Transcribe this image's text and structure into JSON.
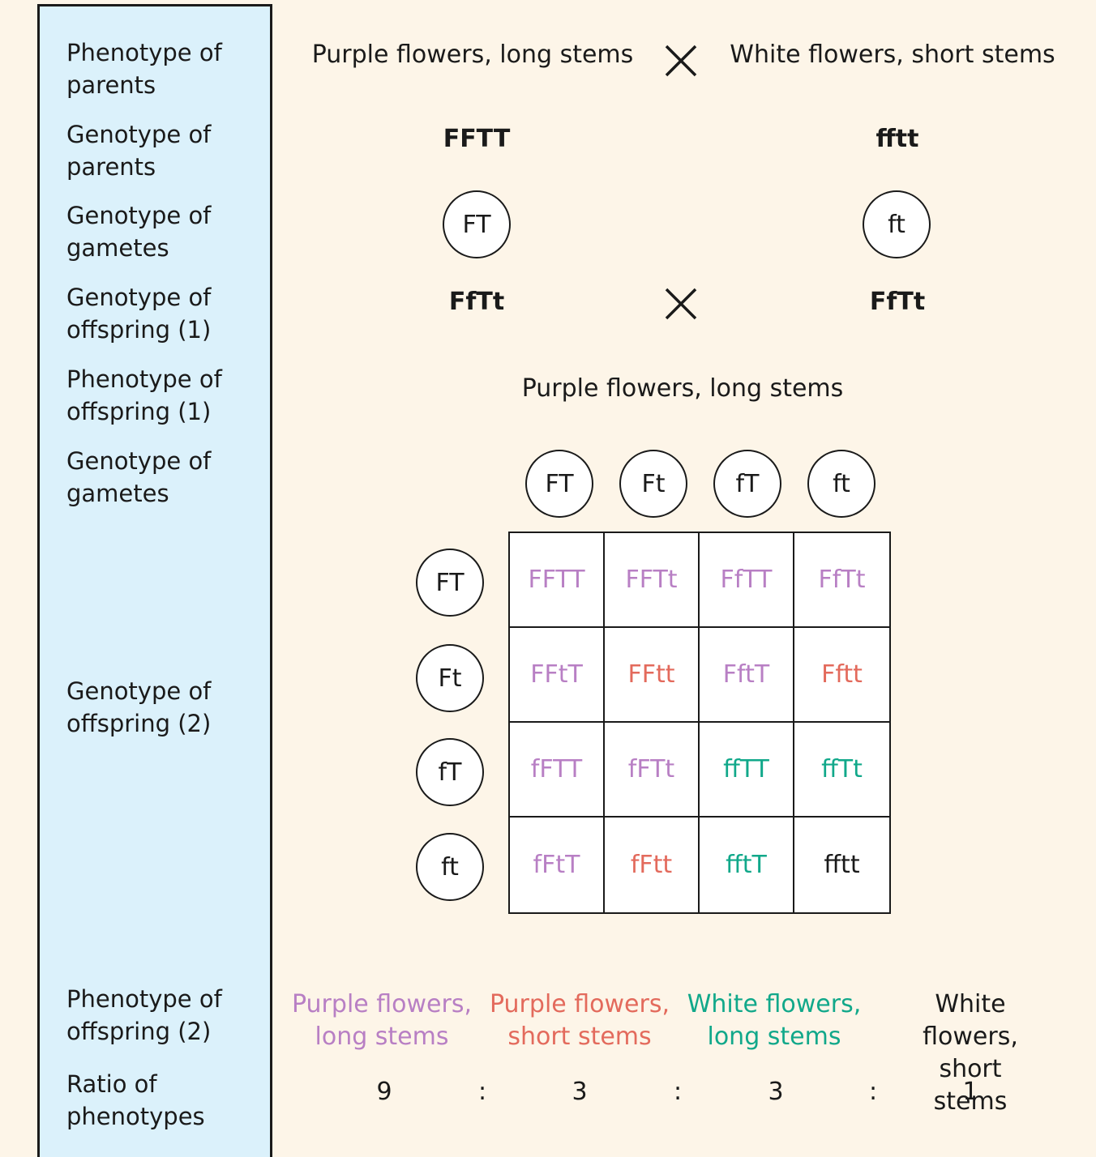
{
  "colors": {
    "purple_long": "#b87fc4",
    "purple_short": "#e36a5c",
    "white_long": "#11a88a",
    "white_short": "#1a1a1a",
    "sidebar_bg": "#dbf1fb",
    "page_bg": "#fdf5e8"
  },
  "sidebar": {
    "labels": [
      "Phenotype of\nparents",
      "Genotype of\nparents",
      "Genotype of\ngametes",
      "Genotype of\noffspring (1)",
      "Phenotype of\noffspring (1)",
      "Genotype of\ngametes",
      "Genotype of\noffspring (2)",
      "Phenotype of\noffspring (2)",
      "Ratio of\nphenotypes"
    ]
  },
  "parents": {
    "left_phenotype": "Purple flowers, long stems",
    "right_phenotype": "White flowers, short stems",
    "cross_icon": "cross-icon",
    "left_genotype": "FFTT",
    "right_genotype": "fftt",
    "left_gamete": "FT",
    "right_gamete": "ft"
  },
  "offspring1": {
    "left_genotype": "FfTt",
    "right_genotype": "FfTt",
    "phenotype": "Purple flowers, long stems"
  },
  "gametes2": {
    "columns": [
      "FT",
      "Ft",
      "fT",
      "ft"
    ],
    "rows": [
      "FT",
      "Ft",
      "fT",
      "ft"
    ]
  },
  "punnett": {
    "cells": [
      [
        {
          "text": "FFTT",
          "cls": "purple_long"
        },
        {
          "text": "FFTt",
          "cls": "purple_long"
        },
        {
          "text": "FfTT",
          "cls": "purple_long"
        },
        {
          "text": "FfTt",
          "cls": "purple_long"
        }
      ],
      [
        {
          "text": "FFtT",
          "cls": "purple_long"
        },
        {
          "text": "FFtt",
          "cls": "purple_short"
        },
        {
          "text": "FftT",
          "cls": "purple_long"
        },
        {
          "text": "Fftt",
          "cls": "purple_short"
        }
      ],
      [
        {
          "text": "fFTT",
          "cls": "purple_long"
        },
        {
          "text": "fFTt",
          "cls": "purple_long"
        },
        {
          "text": "ffTT",
          "cls": "white_long"
        },
        {
          "text": "ffTt",
          "cls": "white_long"
        }
      ],
      [
        {
          "text": "fFtT",
          "cls": "purple_long"
        },
        {
          "text": "fFtt",
          "cls": "purple_short"
        },
        {
          "text": "fftT",
          "cls": "white_long"
        },
        {
          "text": "fftt",
          "cls": "white_short"
        }
      ]
    ]
  },
  "offspring2": {
    "phenotypes": [
      {
        "text": "Purple flowers,\nlong stems",
        "cls": "purple_long"
      },
      {
        "text": "Purple flowers,\nshort stems",
        "cls": "purple_short"
      },
      {
        "text": "White flowers,\nlong stems",
        "cls": "white_long"
      },
      {
        "text": "White flowers,\nshort stems",
        "cls": "white_short"
      }
    ],
    "ratio": [
      "9",
      ":",
      "3",
      ":",
      "3",
      ":",
      "1"
    ]
  }
}
